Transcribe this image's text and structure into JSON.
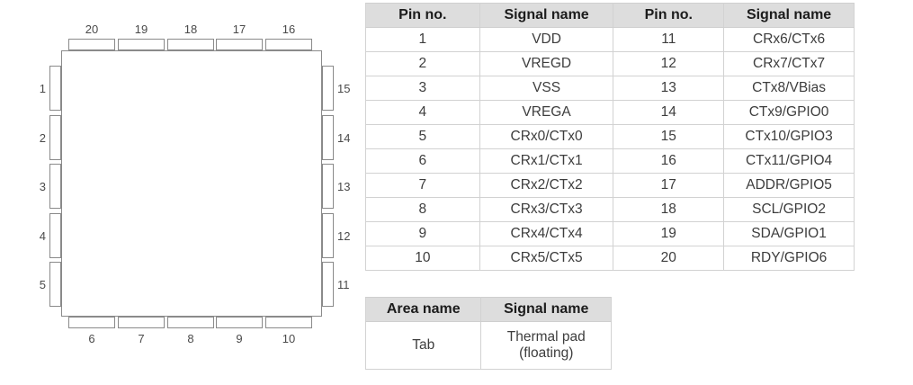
{
  "package_diagram": {
    "name": "20-pin-package-outline",
    "top_pins": [
      "20",
      "19",
      "18",
      "17",
      "16"
    ],
    "right_pins": [
      "15",
      "14",
      "13",
      "12",
      "11"
    ],
    "bottom_pins": [
      "6",
      "7",
      "8",
      "9",
      "10"
    ],
    "left_pins": [
      "1",
      "2",
      "3",
      "4",
      "5"
    ]
  },
  "pin_table": {
    "headers": [
      "Pin no.",
      "Signal name",
      "Pin no.",
      "Signal name"
    ],
    "rows": [
      [
        "1",
        "VDD",
        "11",
        "CRx6/CTx6"
      ],
      [
        "2",
        "VREGD",
        "12",
        "CRx7/CTx7"
      ],
      [
        "3",
        "VSS",
        "13",
        "CTx8/VBias"
      ],
      [
        "4",
        "VREGA",
        "14",
        "CTx9/GPIO0"
      ],
      [
        "5",
        "CRx0/CTx0",
        "15",
        "CTx10/GPIO3"
      ],
      [
        "6",
        "CRx1/CTx1",
        "16",
        "CTx11/GPIO4"
      ],
      [
        "7",
        "CRx2/CTx2",
        "17",
        "ADDR/GPIO5"
      ],
      [
        "8",
        "CRx3/CTx3",
        "18",
        "SCL/GPIO2"
      ],
      [
        "9",
        "CRx4/CTx4",
        "19",
        "SDA/GPIO1"
      ],
      [
        "10",
        "CRx5/CTx5",
        "20",
        "RDY/GPIO6"
      ]
    ]
  },
  "pad_table": {
    "headers": [
      "Area name",
      "Signal name"
    ],
    "rows": [
      {
        "area": "Tab",
        "signal_line1": "Thermal pad",
        "signal_line2": "(floating)"
      }
    ]
  },
  "colors": {
    "header_background": "#dddddd",
    "border": "#d2d2d2",
    "outline": "#8a8a8a",
    "text": "#3d3d3d",
    "header_text": "#1c1c1c"
  }
}
